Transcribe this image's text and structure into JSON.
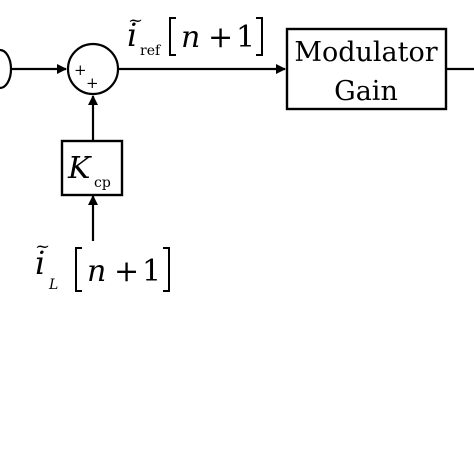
{
  "diagram": {
    "summing_junction": {
      "sign_left": "+",
      "sign_bottom": "+"
    },
    "reference_signal": {
      "symbol": "i",
      "accent": "~",
      "subscript": "ref",
      "index_var": "n",
      "index_op": "+",
      "index_num": "1"
    },
    "gain_block": {
      "symbol": "K",
      "subscript": "cp"
    },
    "measured_signal": {
      "symbol": "i",
      "accent": "~",
      "subscript": "L",
      "index_var": "n",
      "index_op": "+",
      "index_num": "1"
    },
    "modulator_block": {
      "line1": "Modulator",
      "line2": "Gain"
    },
    "colors": {
      "stroke": "#000000",
      "background": "#ffffff"
    }
  }
}
